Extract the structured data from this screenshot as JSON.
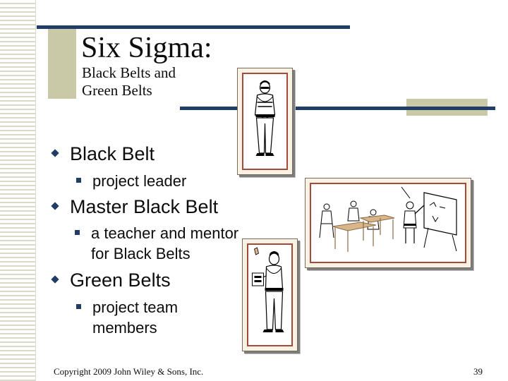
{
  "slide": {
    "title": "Six Sigma:",
    "subtitle_line1": "Black Belts and",
    "subtitle_line2": "Green Belts"
  },
  "bullets": [
    {
      "label": "Black Belt",
      "sub": [
        "project leader"
      ]
    },
    {
      "label": "Master Black Belt",
      "sub": [
        "a teacher and mentor",
        "for Black Belts"
      ]
    },
    {
      "label": "Green Belts",
      "sub": [
        "project team",
        "members"
      ]
    }
  ],
  "footer": {
    "copyright": "Copyright 2009 John Wiley & Sons, Inc.",
    "page_number": "39"
  },
  "images": {
    "black_belt": "karate-black-belt-illustration",
    "master_black_belt": "classroom-teacher-illustration",
    "green_belt": "karate-green-belt-illustration"
  },
  "colors": {
    "rule": "#1f3d66",
    "accent": "#c9c9a8",
    "frame": "#a34a3b"
  }
}
